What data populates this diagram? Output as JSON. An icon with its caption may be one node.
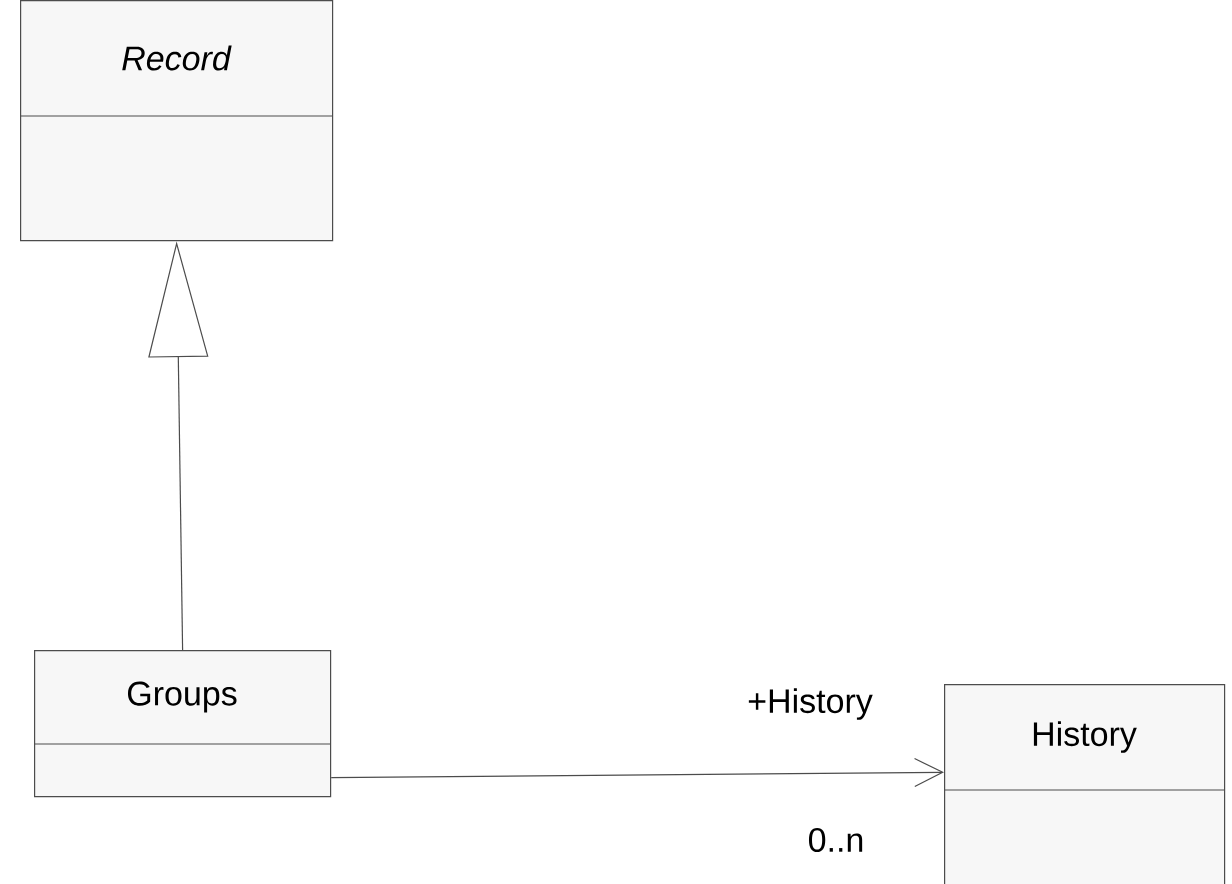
{
  "diagram": {
    "nodes": [
      {
        "text": [
          "Record"
        ]
      },
      {
        "text": [
          "Groups"
        ]
      },
      {
        "text": [
          "History"
        ]
      }
    ],
    "edges": [
      {
        "from": 1,
        "to": 0,
        "arrow": "to"
      },
      {
        "from": 1,
        "to": 2,
        "arrow": "to",
        "label": "+History"
      }
    ],
    "labels": [
      "0..n"
    ]
  }
}
